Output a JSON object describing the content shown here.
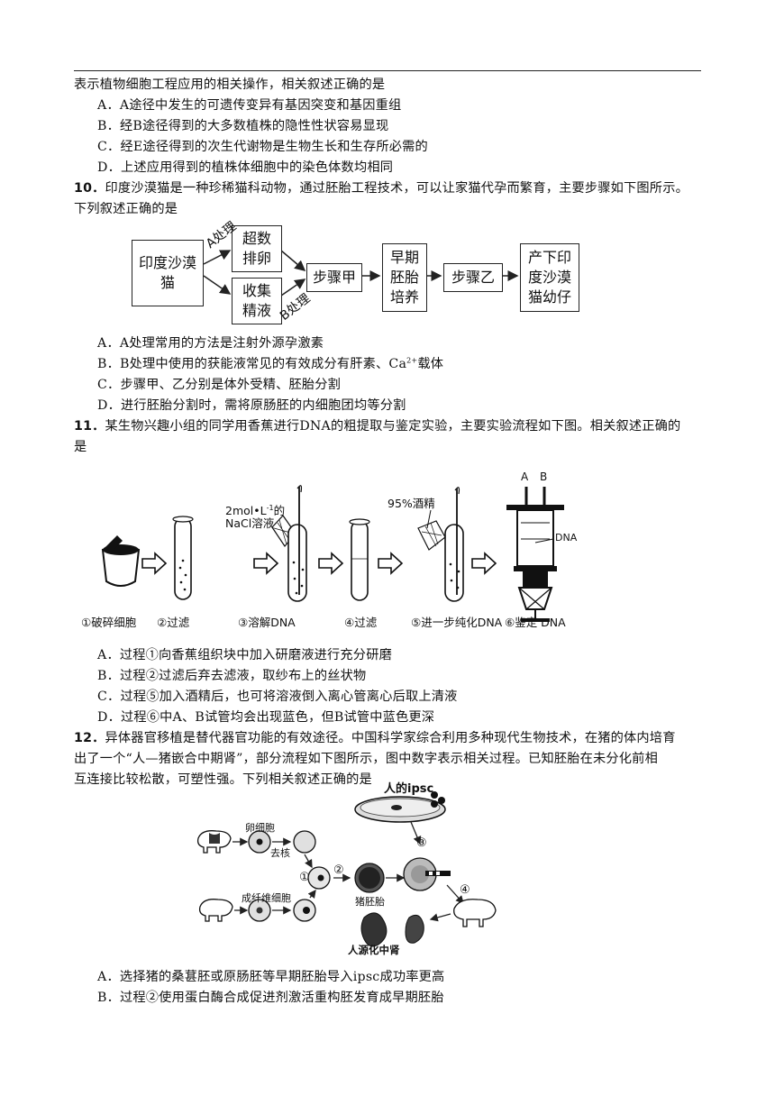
{
  "q9": {
    "stem": "表示植物细胞工程应用的相关操作，相关叙述正确的是",
    "options": [
      "A．A途径中发生的可遗传变异有基因突变和基因重组",
      "B．经B途径得到的大多数植株的隐性性状容易显现",
      "C．经E途径得到的次生代谢物是生物生长和生存所必需的",
      "D．上述应用得到的植株体细胞中的染色体数均相同"
    ]
  },
  "q10": {
    "num": "10．",
    "stem1": "印度沙漠猫是一种珍稀猫科动物，通过胚胎工程技术，可以让家猫代孕而繁育，主要步骤如下图所示。",
    "stem2": "下列叙述正确的是",
    "diagram": {
      "source": "印度沙漠猫",
      "a_label": "A处理",
      "b_label": "B处理",
      "upper": "超数排卵",
      "lower": "收集精液",
      "step1": "步骤甲",
      "culture": "早期胚胎培养",
      "step2": "步骤乙",
      "result": "产下印度沙漠猫幼仔"
    },
    "options": [
      "A．A处理常用的方法是注射外源孕激素",
      "B．B处理中使用的获能液常见的有效成分有肝素、Ca",
      "C．步骤甲、乙分别是体外受精、胚胎分割",
      "D．进行胚胎分割时，需将原肠胚的内细胞团均等分割"
    ],
    "optB_sup": "2+",
    "optB_tail": "载体"
  },
  "q11": {
    "num": "11．",
    "stem1": "某生物兴趣小组的同学用香蕉进行DNA的粗提取与鉴定实验，主要实验流程如下图。相关叙述正确的",
    "stem2": "是",
    "figure": {
      "nacl_line1": "2mol•L",
      "nacl_sup": "-1",
      "nacl_line1b": "的",
      "nacl_line2": "NaCl溶液",
      "alcohol": "95%酒精",
      "tube_a": "A",
      "tube_b": "B",
      "dna": "DNA",
      "steps": [
        "①破碎细胞",
        "②过滤",
        "③溶解DNA",
        "④过滤",
        "⑤进一步纯化DNA",
        "⑥鉴定 DNA"
      ]
    },
    "options": [
      "A．过程①向香蕉组织块中加入研磨液进行充分研磨",
      "B．过程②过滤后弃去滤液，取纱布上的丝状物",
      "C．过程⑤加入酒精后，也可将溶液倒入离心管离心后取上清液",
      "D．过程⑥中A、B试管均会出现蓝色，但B试管中蓝色更深"
    ]
  },
  "q12": {
    "num": "12．",
    "stem1": "异体器官移植是替代器官功能的有效途径。中国科学家综合利用多种现代生物技术，在猪的体内培育",
    "stem2": "出了一个“人—猪嵌合中期肾”，部分流程如下图所示，图中数字表示相关过程。已知胚胎在未分化前相",
    "stem3": "互连接比较松散，可塑性强。下列相关叙述正确的是",
    "figure": {
      "ipsc": "人的ipsc",
      "egg": "卵细胞",
      "enucleate": "去核",
      "fibroblast": "成纤维细胞",
      "embryo": "猪胚胎",
      "kidney": "人源化中肾",
      "n1": "①",
      "n2": "②",
      "n3": "③",
      "n4": "④"
    },
    "options": [
      "A．选择猪的桑葚胚或原肠胚等早期胚胎导入ipsc成功率更高",
      "B．过程②使用蛋白酶合成促进剂激活重构胚发育成早期胚胎"
    ]
  }
}
